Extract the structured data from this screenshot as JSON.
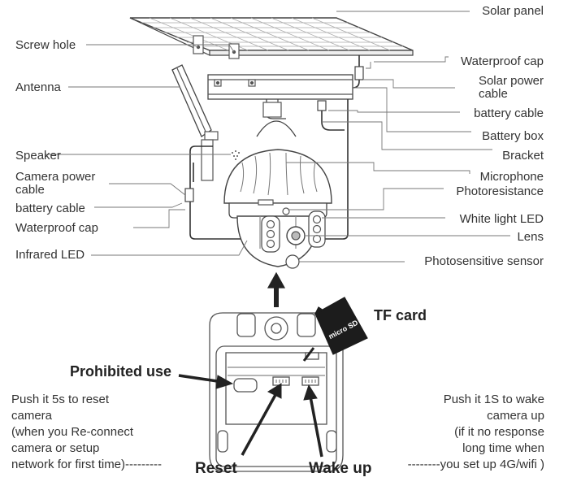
{
  "left_labels": {
    "screw_hole": "Screw hole",
    "antenna": "Antenna",
    "speaker": "Speaker",
    "camera_power_cable": [
      "Camera power",
      "cable"
    ],
    "battery_cable": "battery cable",
    "waterproof_cap": "Waterproof cap",
    "infrared_led": "Infrared LED"
  },
  "right_labels": {
    "solar_panel": "Solar panel",
    "waterproof_cap": "Waterproof cap",
    "solar_power_cable": [
      "Solar power",
      "cable"
    ],
    "battery_cable": "battery cable",
    "battery_box": "Battery box",
    "bracket": "Bracket",
    "microphone": "Microphone",
    "photoresistance": "Photoresistance",
    "white_light_led": "White light LED",
    "lens": "Lens",
    "photosensitive_sensor": "Photosensitive sensor"
  },
  "bottom": {
    "tf_card": "TF card",
    "tf_card_print": "micro SD",
    "prohibited_use": "Prohibited use",
    "reset_label": "Reset",
    "wakeup_label": "Wake up",
    "reset_note": [
      "Push it 5s to reset",
      "camera",
      "(when you Re-connect",
      "camera or setup",
      "network for first time)"
    ],
    "reset_note_dashes": "---------",
    "wakeup_note": [
      "Push it 1S to wake",
      "camera up",
      "(if it no response",
      "long time when",
      "you set up 4G/wifi )"
    ],
    "wakeup_note_dashes": "--------"
  },
  "colors": {
    "line": "#555555",
    "label": "#333333",
    "heavy": "#222222",
    "card": "#1c1c1c"
  }
}
